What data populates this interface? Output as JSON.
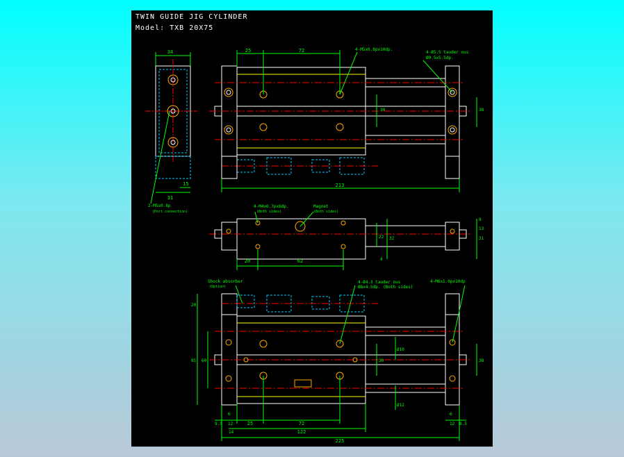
{
  "title": "TWIN GUIDE JIG CYLINDER",
  "model": "Model: TXB 20X75",
  "colors": {
    "background_top": "#00ffff",
    "background_bottom": "#b9c8d8",
    "sheet": "#000000",
    "outline": "#ffffff",
    "dim": "#00ff00",
    "center": "#ff0000",
    "hidden": "#00ccff",
    "label": "#00ff00",
    "port": "#ffaa00"
  },
  "labels": {
    "top_notes": [
      "4-M5x0.8px10dp.",
      "4-Ø5.5 tauder ous",
      "Ø9.5x5.5dp."
    ],
    "port": [
      "2-M5x0.8p",
      "(Port connection)"
    ],
    "side_notes": [
      "4-M4x0.7px6dp.",
      "(Both sides)",
      "Magnet",
      "(Both sides)"
    ],
    "bottom_notes": [
      "Shock absorber",
      "(Option)",
      "4-Ø4.3 tauder ous",
      "Ø8x4.5dp. (Both sides)",
      "4-M6x1.0px10dp"
    ]
  },
  "dims": {
    "left_view": [
      "34",
      "15",
      "31"
    ],
    "top_view": [
      "25",
      "72",
      "30",
      "38",
      "213"
    ],
    "side_view": [
      "20",
      "62",
      "22",
      "32",
      "13",
      "31",
      "8",
      "4"
    ],
    "bottom_view": [
      "20",
      "85",
      "60",
      "30",
      "38",
      "Ø10",
      "Ø12",
      "9.5",
      "12",
      "6",
      "14",
      "25",
      "72",
      "122",
      "225",
      "12",
      "8.5",
      "6"
    ]
  }
}
